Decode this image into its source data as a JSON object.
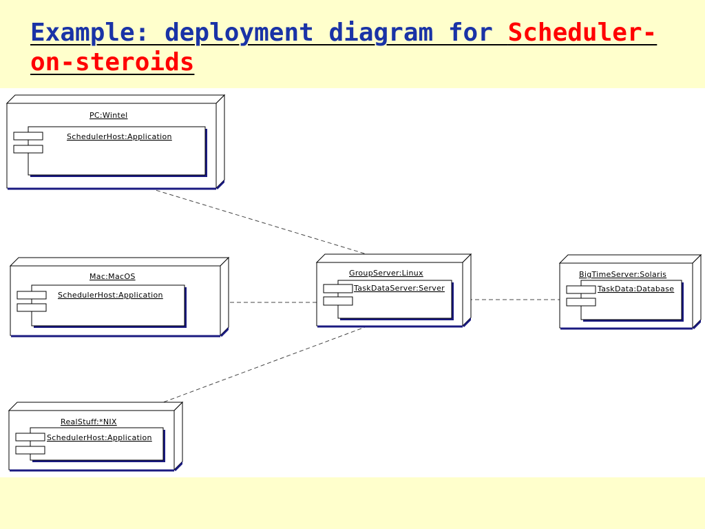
{
  "title": {
    "main": "Example: deployment diagram for ",
    "accent": "Scheduler-on-steroids"
  },
  "colors": {
    "background": "#ffffcc",
    "title_main": "#1a33a6",
    "title_accent": "#ff0000",
    "node_shadow": "#1a1a80"
  },
  "diagram": {
    "nodes": [
      {
        "id": "pc",
        "label": "PC:Wintel",
        "component": "SchedulerHost:Application"
      },
      {
        "id": "mac",
        "label": "Mac:MacOS",
        "component": "SchedulerHost:Application"
      },
      {
        "id": "real",
        "label": "RealStuff:*NIX",
        "component": "SchedulerHost:Application"
      },
      {
        "id": "group",
        "label": "GroupServer:Linux",
        "component": "TaskDataServer:Server"
      },
      {
        "id": "big",
        "label": "BigTimeServer:Solaris",
        "component": "TaskData:Database"
      }
    ],
    "dependencies": [
      {
        "from": "pc",
        "to": "group",
        "style": "dashed"
      },
      {
        "from": "mac",
        "to": "group",
        "style": "dashed"
      },
      {
        "from": "real",
        "to": "group",
        "style": "dashed"
      },
      {
        "from": "group",
        "to": "big",
        "style": "dashed"
      }
    ]
  }
}
